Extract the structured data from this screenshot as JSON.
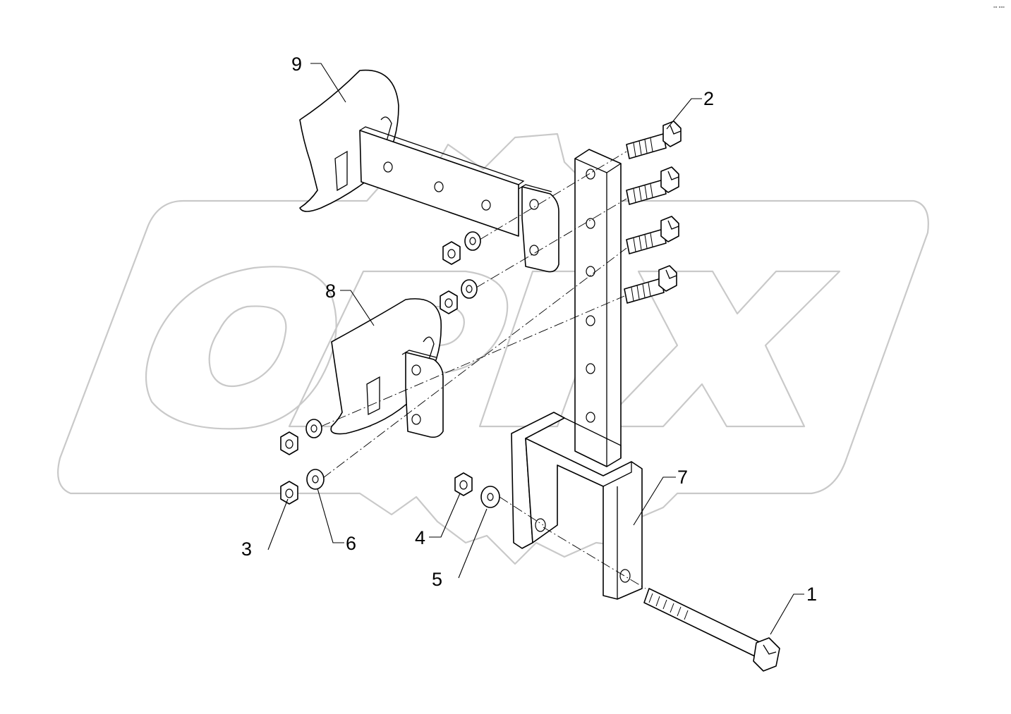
{
  "corner_mark": "°° °°°",
  "watermark_text": "OPIX",
  "callouts": {
    "c1": "1",
    "c2": "2",
    "c3": "3",
    "c4": "4",
    "c5": "5",
    "c6": "6",
    "c7": "7",
    "c8": "8",
    "c9": "9"
  }
}
